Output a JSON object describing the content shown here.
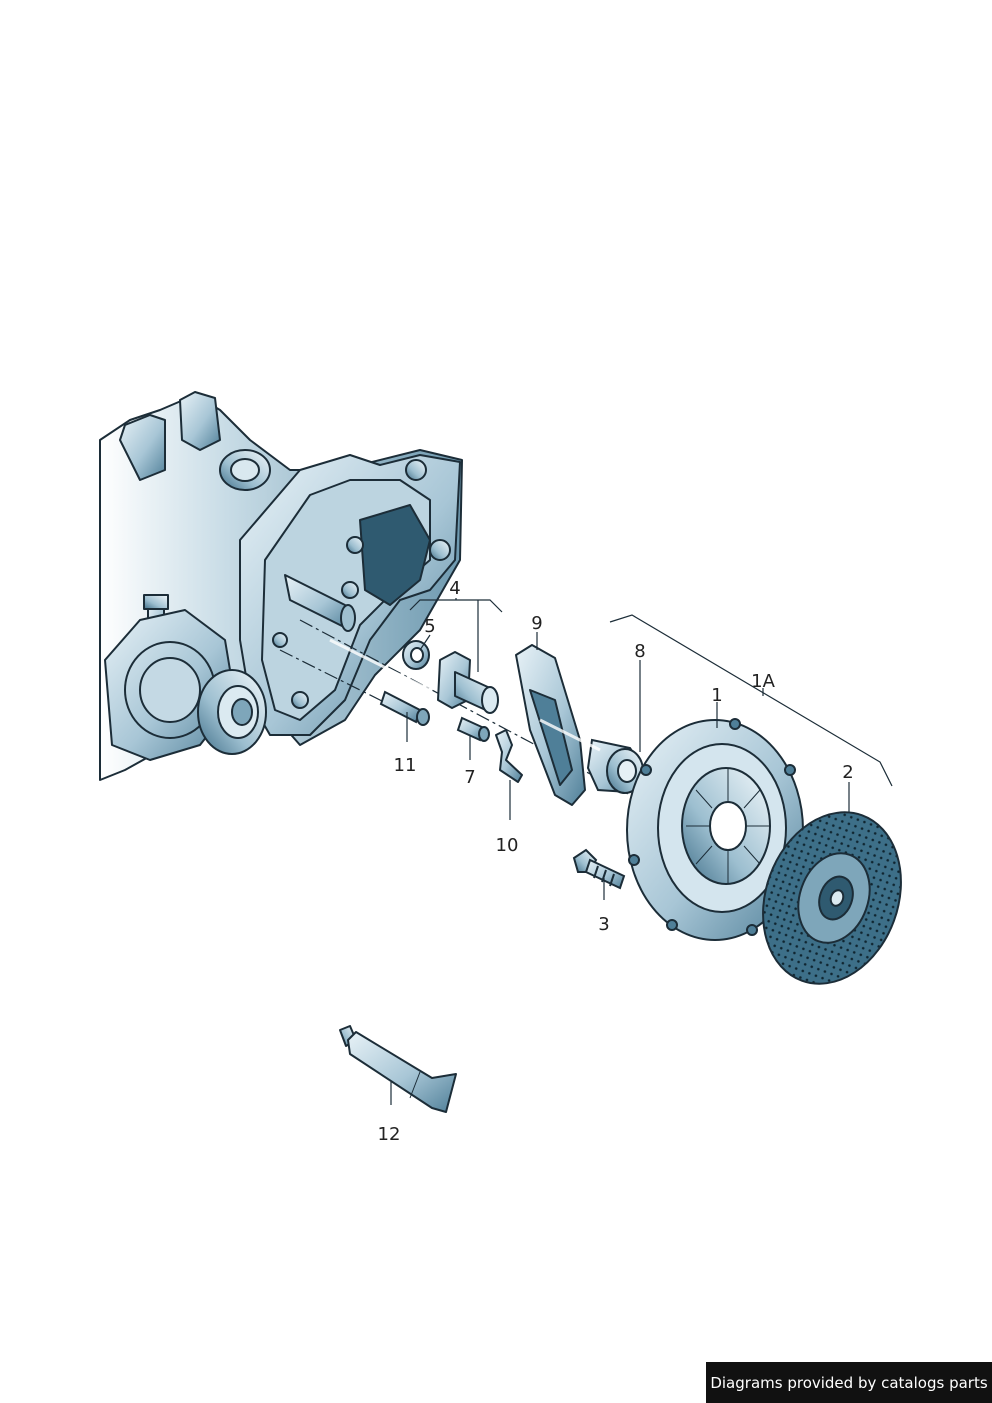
{
  "callouts": {
    "c1": "1",
    "c1a": "1A",
    "c2": "2",
    "c3": "3",
    "c4": "4",
    "c5": "5",
    "c7": "7",
    "c8": "8",
    "c9": "9",
    "c10": "10",
    "c11": "11",
    "c12": "12"
  },
  "footer": {
    "credit": "Diagrams provided by catalogs parts"
  },
  "colors": {
    "ink": "#1c2d38",
    "metal_dark": "#5d8aa2",
    "metal_mid": "#a9c6d6",
    "metal_light": "#e3eff5",
    "credit_bg": "#111111"
  }
}
